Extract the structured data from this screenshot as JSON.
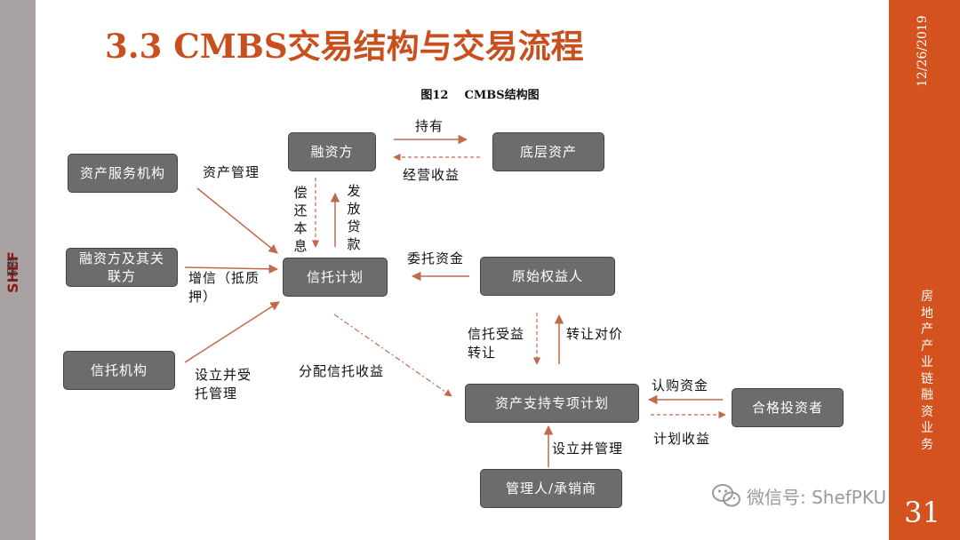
{
  "slide": {
    "title": "3.3 CMBS交易结构与交易流程",
    "figure_caption_num": "图12",
    "figure_caption_text": "CMBS结构图",
    "date": "12/26/2019",
    "side_text": "房地产产业链融资业务",
    "page_number": "31",
    "logo_text": "SHEF",
    "logo_cn": "深港",
    "watermark": "微信号: ShefPKU"
  },
  "colors": {
    "accent": "#d4521e",
    "title": "#c8501e",
    "box_fill": "#6c6c6c",
    "arrow_solid": "#c06a4a",
    "arrow_dashed": "#c06a4a",
    "left_bar": "#a8a2a2"
  },
  "nodes": {
    "financier": "融资方",
    "underlying_assets": "底层资产",
    "asset_service": "资产服务机构",
    "financier_affiliate": "融资方及其关联方",
    "trust_plan": "信托计划",
    "original_beneficiary": "原始权益人",
    "trust_institution": "信托机构",
    "abs_plan": "资产支持专项计划",
    "qualified_investor": "合格投资者",
    "manager": "管理人/承销商"
  },
  "edge_labels": {
    "hold": "持有",
    "operating_income": "经营收益",
    "asset_management": "资产管理",
    "repay": "偿还本息",
    "issue_loan": "发放贷款",
    "credit_enhancement": "增信（抵质押）",
    "entrust_funds": "委托资金",
    "setup_trust_mgmt": "设立并受托管理",
    "distribute_income": "分配信托收益",
    "transfer_beneficiary": "信托受益转让",
    "transfer_consideration": "转让对价",
    "subscription_funds": "认购资金",
    "planned_income": "计划收益",
    "setup_mgmt": "设立并管理"
  }
}
